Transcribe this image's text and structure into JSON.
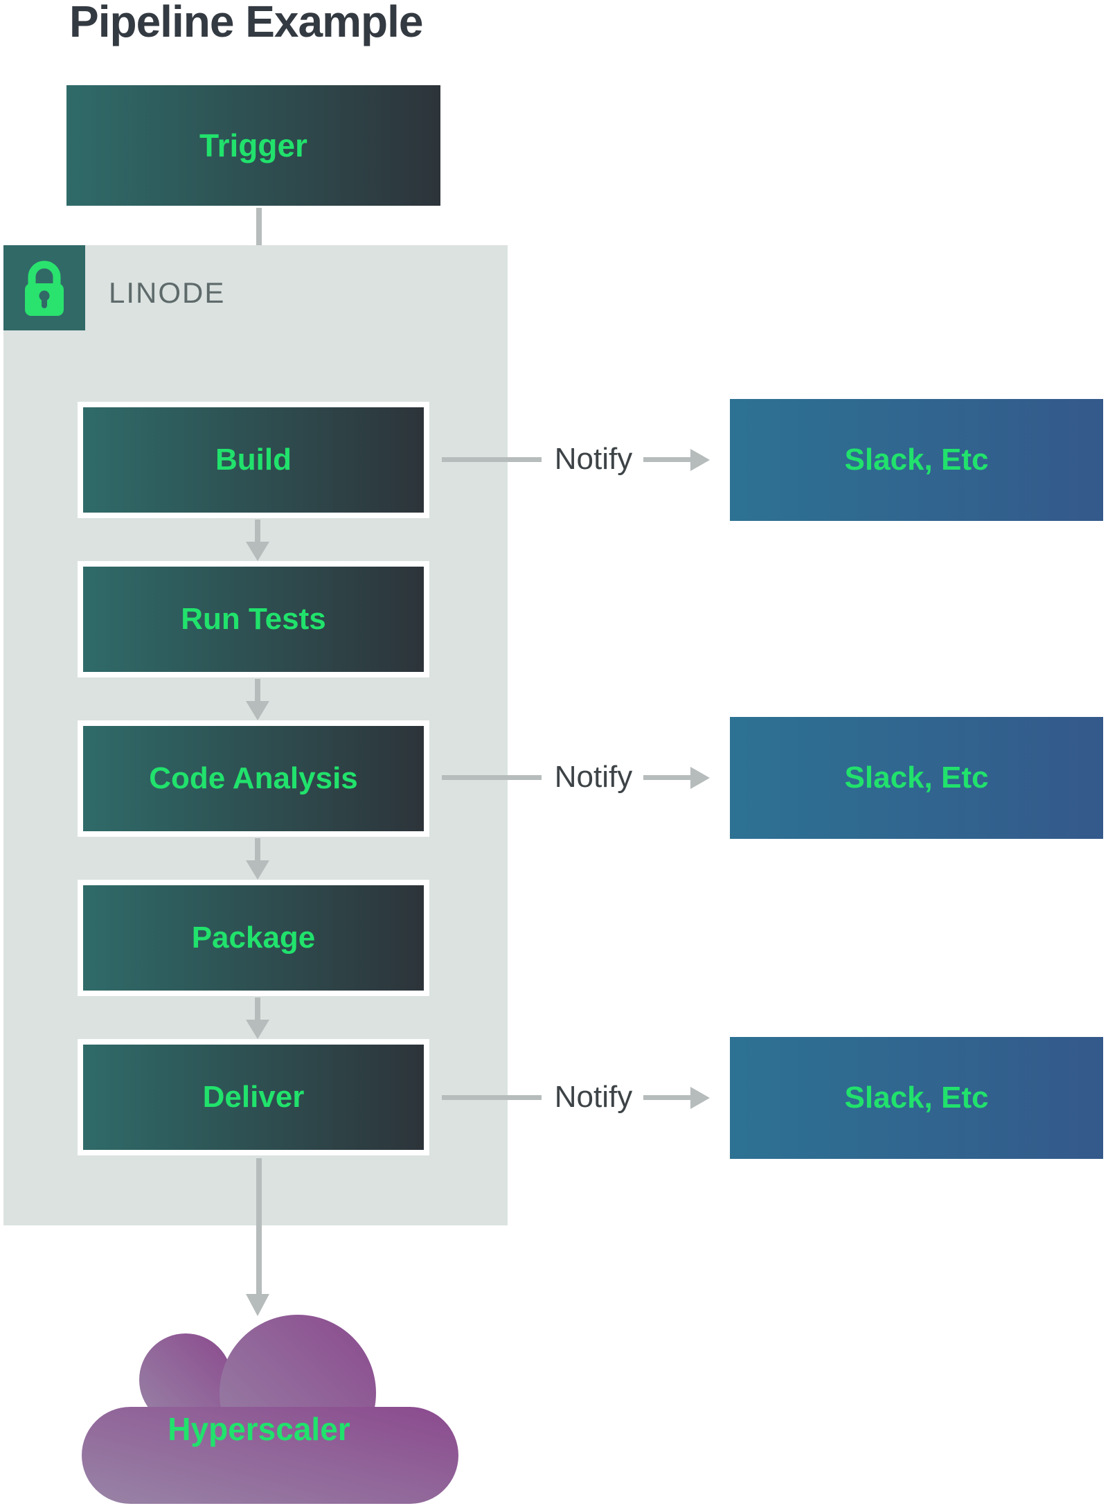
{
  "title": "Pipeline Example",
  "trigger": {
    "label": "Trigger"
  },
  "platform": {
    "label": "LINODE"
  },
  "stages": [
    {
      "label": "Build"
    },
    {
      "label": "Run Tests"
    },
    {
      "label": "Code Analysis"
    },
    {
      "label": "Package"
    },
    {
      "label": "Deliver"
    }
  ],
  "notify_rows": [
    {
      "label": "Notify",
      "target": "Slack, Etc"
    },
    {
      "label": "Notify",
      "target": "Slack, Etc"
    },
    {
      "label": "Notify",
      "target": "Slack, Etc"
    }
  ],
  "cloud": {
    "label": "Hyperscaler"
  },
  "colors": {
    "stage_gradient_start": "#2f6b69",
    "stage_gradient_end": "#2d343a",
    "accent_green": "#21e26c",
    "slack_gradient_start": "#2d7293",
    "slack_gradient_end": "#34598b",
    "container_bg": "#dbe2e0",
    "lock_tile_bg": "#316967",
    "cloud_gradient_start": "#9884a6",
    "cloud_gradient_end": "#8b4a8e",
    "arrow_gray": "#b6bcbb",
    "title_color": "#343a41",
    "notify_text_color": "#3d4346",
    "linode_text_color": "#5e6a6a"
  }
}
